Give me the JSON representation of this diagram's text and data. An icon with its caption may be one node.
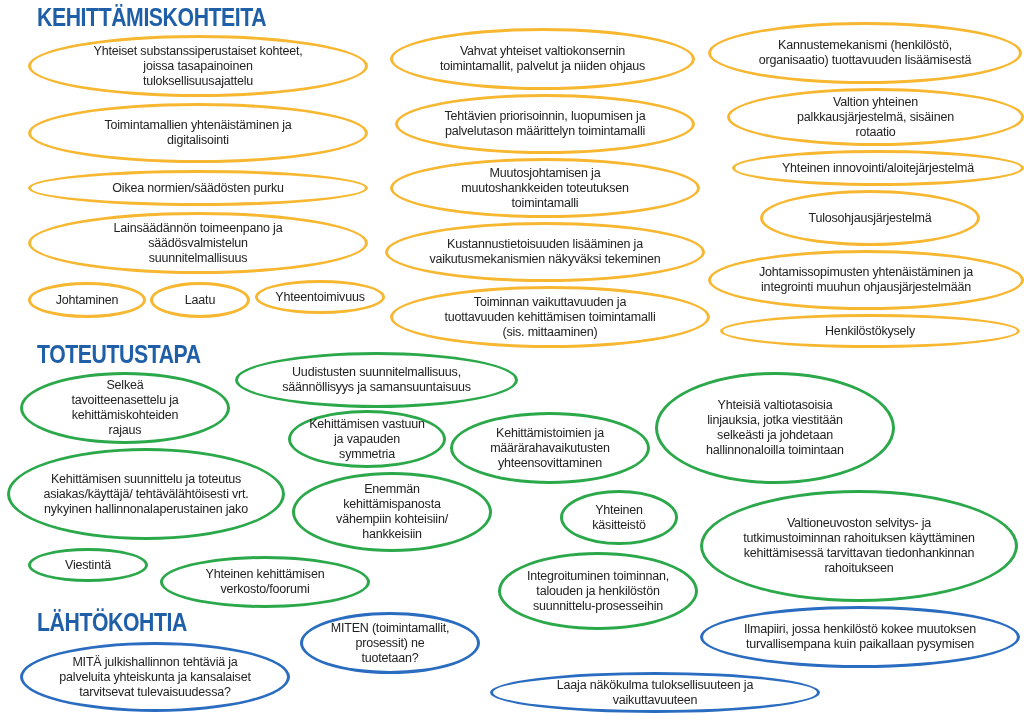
{
  "diagram": {
    "nodes": [
      {
        "text": [
          "Yhteiset substanssiperustaiset kohteet, joissa tasapainoinen tuloksellisuusajattelu"
        ]
      },
      {
        "text": [
          "Toimintamallien yhtenäistäminen ja digitalisointi"
        ]
      },
      {
        "text": [
          "Oikea normien/säädösten purku"
        ]
      },
      {
        "text": [
          "Lainsäädännön toimeenpano ja säädösvalmistelun suunnitelmallisuus"
        ]
      },
      {
        "text": [
          "Johtaminen"
        ]
      },
      {
        "text": [
          "Laatu"
        ]
      },
      {
        "text": [
          "Yhteentoimivuus"
        ]
      },
      {
        "text": [
          "Vahvat yhteiset valtiokonsernin toimintamallit, palvelut ja niiden ohjaus"
        ]
      },
      {
        "text": [
          "Tehtävien priorisoinnin, luopumisen ja palvelutason määrittelyn toimintamalli"
        ]
      },
      {
        "text": [
          "Muutosjohtamisen ja muutoshankkeiden toteutuksen toimintamalli"
        ]
      },
      {
        "text": [
          "Kustannustietoisuuden lisääminen ja vaikutusmekanismien näkyväksi tekeminen"
        ]
      },
      {
        "text": [
          "Toiminnan vaikuttavuuden ja tuottavuuden kehittämisen toimintamalli (sis. mittaaminen)"
        ]
      },
      {
        "text": [
          "Kannustemekanismi (henkilöstö, organisaatio) tuottavuuden lisäämisestä"
        ]
      },
      {
        "text": [
          "Valtion yhteinen palkkausjärjestelmä, sisäinen rotaatio"
        ]
      },
      {
        "text": [
          "Yhteinen innovointi/aloitejärjestelmä"
        ]
      },
      {
        "text": [
          "Tulosohjausjärjestelmä"
        ]
      },
      {
        "text": [
          "Johtamissopimusten yhtenäistäminen ja integrointi muuhun ohjausjärjestelmään"
        ]
      },
      {
        "text": [
          "Henkilöstökysely"
        ]
      },
      {
        "text": [
          "Selkeä tavoitteenasettelu ja kehittämiskohteiden rajaus"
        ]
      },
      {
        "text": [
          "Uudistusten suunnitelmallisuus, säännöllisyys ja samansuuntaisuus"
        ]
      },
      {
        "text": [
          "Kehittämisen vastuun ja vapauden symmetria"
        ]
      },
      {
        "text": [
          "Kehittämistoimien ja määrärahavaikutusten yhteensovittaminen"
        ]
      },
      {
        "text": [
          "Yhteisiä valtiotasoisia linjauksia, jotka viestitään selkeästi ja johdetaan hallinnonaloilla toimintaan"
        ]
      },
      {
        "text": [
          "Kehittämisen suunnittelu ja toteutus asiakas/käyttäjä/ tehtävälähtöisesti vrt. nykyinen hallinnonalaperustainen jako"
        ]
      },
      {
        "text": [
          "Enemmän kehittämispanosta vähempiin kohteisiin/ hankkeisiin"
        ]
      },
      {
        "text": [
          "Yhteinen käsitteistö"
        ]
      },
      {
        "text": [
          "Valtioneuvoston selvitys- ja tutkimustoiminnan rahoituksen käyttäminen kehittämisessä tarvittavan tiedonhankinnan rahoitukseen"
        ]
      },
      {
        "text": [
          "Viestintä"
        ]
      },
      {
        "text": [
          "Yhteinen kehittämisen verkosto/foorumi"
        ]
      },
      {
        "text": [
          "Integroituminen toiminnan, talouden ja henkilöstön suunnittelu-prosesseihin"
        ]
      },
      {
        "text": [
          "MITÄ julkishallinnon tehtäviä ja palveluita yhteiskunta ja kansalaiset tarvitsevat tulevaisuudessa?"
        ]
      },
      {
        "text": [
          "MITEN (toimintamallit, prosessit) ne tuotetaan?"
        ]
      },
      {
        "text": [
          "Ilmapiiri, jossa henkilöstö kokee muutoksen turvallisempana kuin paikallaan pysymisen"
        ]
      },
      {
        "text": [
          "Laaja näkökulma tuloksellisuuteen ja vaikuttavuuteen"
        ]
      }
    ],
    "labels": [
      "KEHITTÄMISKOHTEITA",
      "TOTEUTUSTAPA",
      "LÄHTÖKOHTIA"
    ]
  }
}
